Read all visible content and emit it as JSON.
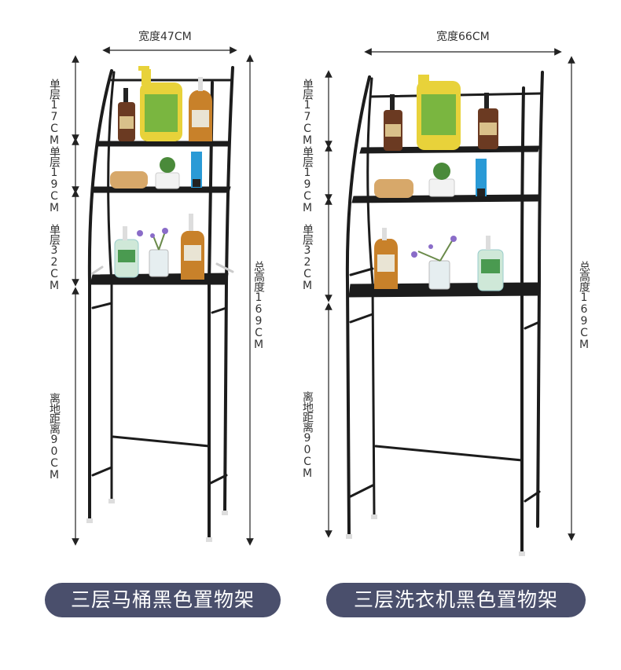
{
  "left_rack": {
    "width_label": "宽度47CM",
    "tier1_label": "单层17CM",
    "tier2_label": "单层19CM",
    "tier3_label": "单层32CM",
    "floor_label": "离地距离90CM",
    "total_label": "总高度169CM",
    "caption": "三层马桶黑色置物架"
  },
  "right_rack": {
    "width_label": "宽度66CM",
    "tier1_label": "单层17CM",
    "tier2_label": "单层19CM",
    "tier3_label": "单层32CM",
    "floor_label": "离地距离90CM",
    "total_label": "总高度169CM",
    "caption": "三层洗衣机黑色置物架"
  },
  "colors": {
    "frame": "#1c1c1c",
    "caption_bg": "#4a4f6c",
    "caption_text": "#ffffff",
    "dimension_text": "#333333",
    "detergent_yellow": "#e8d23a",
    "soap_green": "#cfe8d8",
    "amber_bottle": "#c8812a",
    "brown_bottle": "#6b3a22"
  }
}
